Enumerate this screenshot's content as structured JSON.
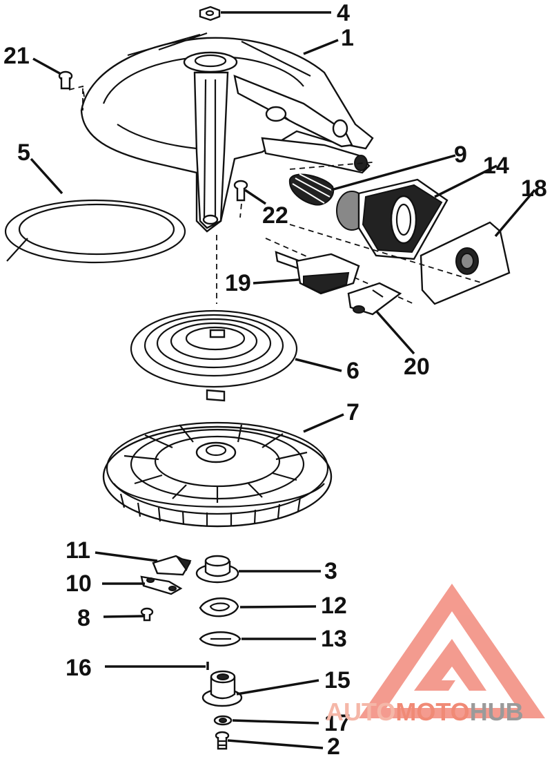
{
  "callouts": [
    {
      "id": "c4",
      "text": "4"
    },
    {
      "id": "c1",
      "text": "1"
    },
    {
      "id": "c21",
      "text": "21"
    },
    {
      "id": "c5",
      "text": "5"
    },
    {
      "id": "c9",
      "text": "9"
    },
    {
      "id": "c14",
      "text": "14"
    },
    {
      "id": "c18",
      "text": "18"
    },
    {
      "id": "c22",
      "text": "22"
    },
    {
      "id": "c19",
      "text": "19"
    },
    {
      "id": "c20",
      "text": "20"
    },
    {
      "id": "c6",
      "text": "6"
    },
    {
      "id": "c7",
      "text": "7"
    },
    {
      "id": "c11",
      "text": "11"
    },
    {
      "id": "c3",
      "text": "3"
    },
    {
      "id": "c10",
      "text": "10"
    },
    {
      "id": "c12",
      "text": "12"
    },
    {
      "id": "c8",
      "text": "8"
    },
    {
      "id": "c13",
      "text": "13"
    },
    {
      "id": "c16",
      "text": "16"
    },
    {
      "id": "c15",
      "text": "15"
    },
    {
      "id": "c17",
      "text": "17"
    },
    {
      "id": "c2",
      "text": "2"
    }
  ],
  "watermark": {
    "parts": [
      "AUTO",
      "MOTO",
      "HUB"
    ],
    "colors": {
      "auto": "#f5b7a8",
      "moto": "#f08a76",
      "hub": "#9a9a9a",
      "logo": "#f07a6a"
    }
  }
}
